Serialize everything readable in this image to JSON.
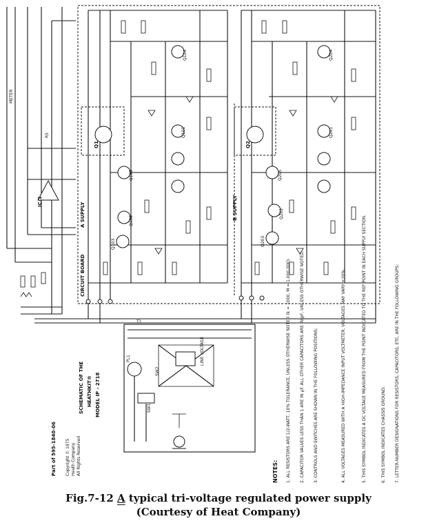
{
  "schematic": {
    "supply_a": "A SUPPLY",
    "supply_b": "B SUPPLY",
    "circuit_board": "CIRCUIT BOARD",
    "ic": "IC-1",
    "sw1": "SW1",
    "sw2": "SW2",
    "pl1": "PL1",
    "t1": "T1",
    "q101": "Q101",
    "q102": "Q102",
    "q103": "Q103",
    "q104": "Q104",
    "q105": "Q105",
    "q201": "Q201",
    "q202": "Q202",
    "q203": "Q203",
    "q204": "Q204",
    "q205": "Q205",
    "q1": "Q1",
    "q2": "Q2",
    "line_voltage": "LINE VOLTAGE"
  },
  "title_block": {
    "schematic_of": "SCHEMATIC OF THE",
    "heathkit": "HEATHKIT®",
    "model": "MODEL IP - 2718",
    "copyright": "Copyright © 1975",
    "company": "Heath Company",
    "rights": "All Rights Reserved",
    "part_of": "Part of 595-1840-06"
  },
  "notes": {
    "heading": "NOTES:",
    "items": [
      "1. ALL RESISTORS ARE 1/2-WATT, 10% TOLERANCE, UNLESS OTHERWISE NOTED (k = 1000, M = 1,000,000).",
      "2. CAPACITOR VALUES LESS THAN 1 ARE IN µF. ALL OTHER CAPACITORS ARE IN pF, UNLESS OTHERWISE NOTED.",
      "3. CONTROLS AND SWITCHES ARE SHOWN IN THE FOLLOWING POSITIONS:",
      "4. ALL VOLTAGES MEASURED WITH A HIGH-IMPEDANCE INPUT VOLTMETER. VOLTAGES MAY VARY ±20%.",
      "5. THIS SYMBOL INDICATES A DC VOLTAGE MEASURED FROM THE POINT INDICATED TO THE REF POINT IN EACH SUPPLY SECTION.",
      "6. THIS SYMBOL INDICATES CHASSIS GROUND.",
      "7. LETTER-NUMBER DESIGNATIONS FOR RESISTORS, CAPACITORS, ETC. ARE IN THE FOLLOWING GROUPS:"
    ]
  },
  "caption": {
    "line1_prefix": "Fig.7-12 ",
    "line1_underlined": "A",
    "line1_rest": " typical tri-voltage regulated power supply",
    "line2": "(Courtesy of Heat Company)"
  }
}
